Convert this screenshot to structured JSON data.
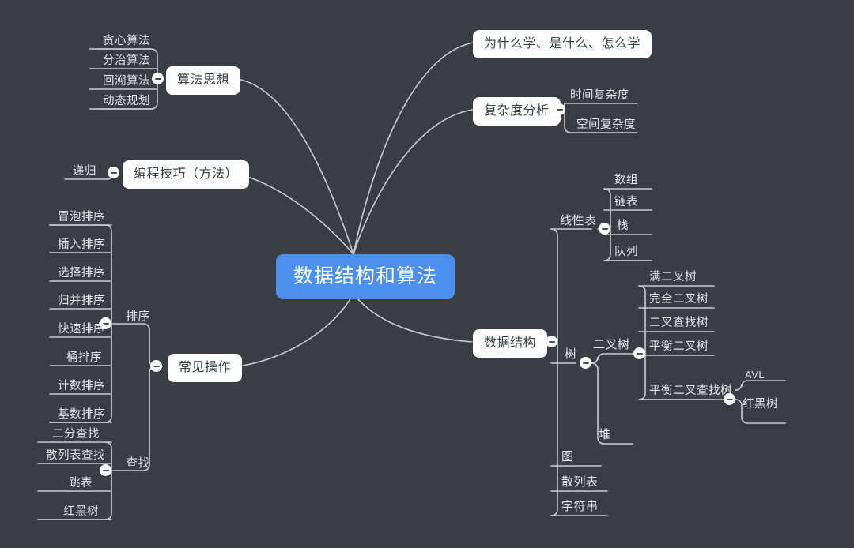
{
  "meta": {
    "app": "mindmap-viewer",
    "background_color": "#3a3e44",
    "root_color": "#4a90ec",
    "node_color": "#fdfdfd",
    "edge_color": "#c9ccd1",
    "text_color": "#e3e6ea"
  },
  "root": {
    "label": "数据结构和算法"
  },
  "branches": {
    "why": {
      "label": "为什么学、是什么、怎么学"
    },
    "complexity": {
      "label": "复杂度分析",
      "children": [
        {
          "label": "时间复杂度"
        },
        {
          "label": "空间复杂度"
        }
      ]
    },
    "ideas": {
      "label": "算法思想",
      "children": [
        {
          "label": "贪心算法"
        },
        {
          "label": "分治算法"
        },
        {
          "label": "回溯算法"
        },
        {
          "label": "动态规划"
        }
      ]
    },
    "skills": {
      "label": "编程技巧（方法）",
      "children": [
        {
          "label": "递归"
        }
      ]
    },
    "operations": {
      "label": "常见操作",
      "children": [
        {
          "label": "排序",
          "children": [
            {
              "label": "冒泡排序"
            },
            {
              "label": "插入排序"
            },
            {
              "label": "选择排序"
            },
            {
              "label": "归并排序"
            },
            {
              "label": "快速排序"
            },
            {
              "label": "桶排序"
            },
            {
              "label": "计数排序"
            },
            {
              "label": "基数排序"
            }
          ]
        },
        {
          "label": "查找",
          "children": [
            {
              "label": "二分查找"
            },
            {
              "label": "散列表查找"
            },
            {
              "label": "跳表"
            },
            {
              "label": "红黑树"
            }
          ]
        }
      ]
    },
    "structures": {
      "label": "数据结构",
      "children": [
        {
          "label": "线性表",
          "children": [
            {
              "label": "数组"
            },
            {
              "label": "链表"
            },
            {
              "label": "栈"
            },
            {
              "label": "队列"
            }
          ]
        },
        {
          "label": "树",
          "children": [
            {
              "label": "二叉树",
              "children": [
                {
                  "label": "满二叉树"
                },
                {
                  "label": "完全二叉树"
                },
                {
                  "label": "二叉查找树"
                },
                {
                  "label": "平衡二叉树"
                },
                {
                  "label": "平衡二叉查找树",
                  "children": [
                    {
                      "label": "AVL"
                    },
                    {
                      "label": "红黑树"
                    }
                  ]
                }
              ]
            },
            {
              "label": "堆"
            }
          ]
        },
        {
          "label": "图"
        },
        {
          "label": "散列表"
        },
        {
          "label": "字符串"
        }
      ]
    }
  },
  "toggles": [
    {
      "name": "toggle-ideas"
    },
    {
      "name": "toggle-skills"
    },
    {
      "name": "toggle-complexity"
    },
    {
      "name": "toggle-operations"
    },
    {
      "name": "toggle-sort"
    },
    {
      "name": "toggle-search"
    },
    {
      "name": "toggle-structures"
    },
    {
      "name": "toggle-linear"
    },
    {
      "name": "toggle-tree"
    },
    {
      "name": "toggle-binary-tree"
    },
    {
      "name": "toggle-balanced-bst"
    }
  ]
}
